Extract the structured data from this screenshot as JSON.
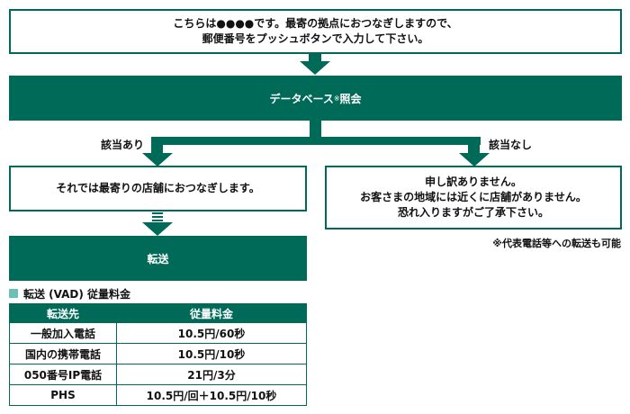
{
  "steps": {
    "intro": {
      "line1": "こちらは●●●●です。最寄の拠点におつなぎしますので、",
      "line2": "郵便番号をプッシュボタンで入力して下さい。"
    },
    "database": {
      "label": "データベース",
      "mark": "※",
      "suffix": " 照会"
    },
    "branch_yes": {
      "label": "該当あり",
      "message": "それでは最寄りの店舗におつなぎします。"
    },
    "branch_no": {
      "label": "該当なし",
      "line1": "申し訳ありません。",
      "line2": "お客さまの地域には近くに店舗がありません。",
      "line3": "恐れ入りますがご了承下さい。"
    },
    "note": "※代表電話等への転送も可能",
    "transfer": {
      "label": "転送"
    }
  },
  "pricing": {
    "heading": "転送 (VAD) 従量料金",
    "columns": [
      "転送先",
      "従量料金"
    ],
    "rows": [
      [
        "一般加入電話",
        "10.5円/60秒"
      ],
      [
        "国内の携帯電話",
        "10.5円/10秒"
      ],
      [
        "050番号IP電話",
        "21円/3分"
      ],
      [
        "PHS",
        "10.5円/回＋10.5円/10秒"
      ]
    ]
  },
  "colors": {
    "primary": "#006a58",
    "accent": "#6bbfb5"
  }
}
